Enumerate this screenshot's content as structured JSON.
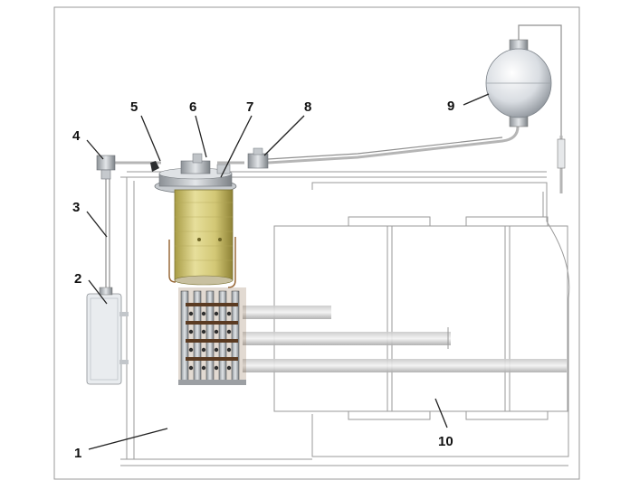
{
  "labels": {
    "l1": "1",
    "l2": "2",
    "l3": "3",
    "l4": "4",
    "l5": "5",
    "l6": "6",
    "l7": "7",
    "l8": "8",
    "l9": "9",
    "l10": "10"
  },
  "colors": {
    "background": "#ffffff",
    "outline": "#9a9a9a",
    "tank": "#d9cf86",
    "metal": "#b9bdc2",
    "leader": "#222222"
  }
}
